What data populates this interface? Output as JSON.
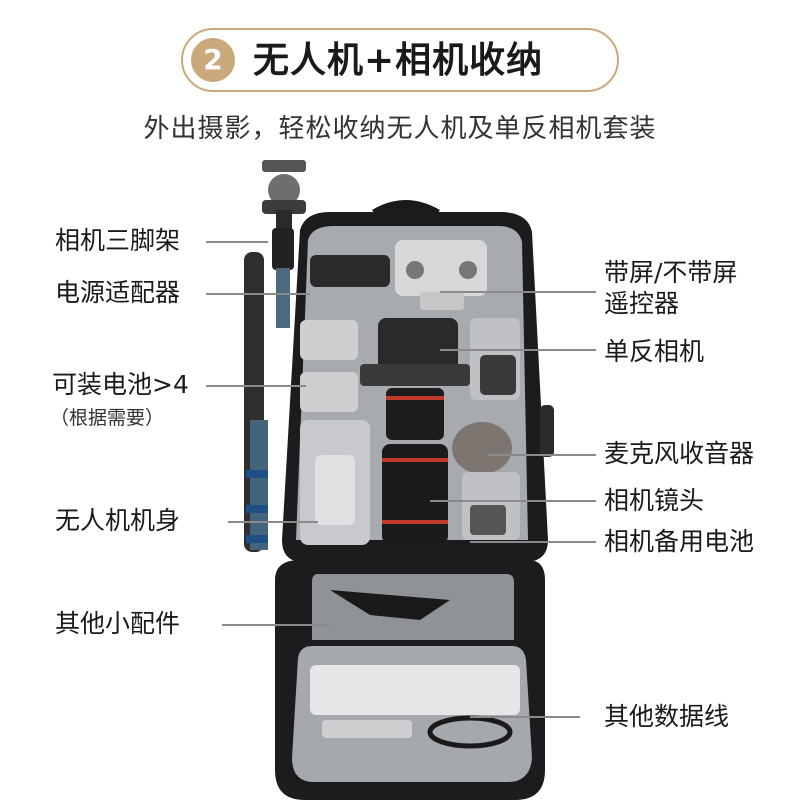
{
  "header": {
    "number": "2",
    "title": "无人机+相机收纳",
    "subtitle": "外出摄影，轻松收纳无人机及单反相机套装"
  },
  "labels": {
    "tripod": "相机三脚架",
    "power_adapter": "电源适配器",
    "batteries": "可装电池>4",
    "batteries_note": "（根据需要）",
    "drone_body": "无人机机身",
    "accessories": "其他小配件",
    "remote_line1": "带屏/不带屏",
    "remote_line2": "遥控器",
    "dslr": "单反相机",
    "microphone": "麦克风收音器",
    "lens": "相机镜头",
    "spare_battery": "相机备用电池",
    "cables": "其他数据线"
  },
  "colors": {
    "accent": "#c9a97c",
    "leader_line": "#8a8a8a",
    "bag_shell": "#1c1c1e",
    "bag_lining": "#b9bcc0"
  }
}
